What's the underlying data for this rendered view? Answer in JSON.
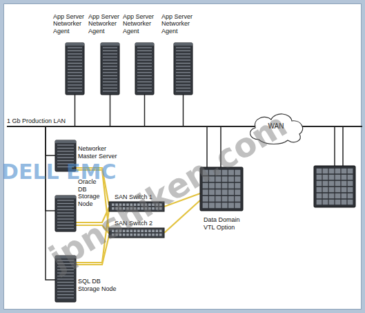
{
  "diagram": {
    "nodes": [
      {
        "text": [
          "App Server Networker Agent"
        ]
      },
      {
        "text": [
          "App Server Networker Agent"
        ]
      },
      {
        "text": [
          "App Server Networker Agent"
        ]
      },
      {
        "text": [
          "App Server Networker Agent"
        ]
      },
      {
        "text": [
          "1 Gb Production LAN"
        ]
      },
      {
        "text": [
          "WAN"
        ]
      },
      {
        "text": [
          "Networker Master Server"
        ]
      },
      {
        "text": [
          "Oracle DB Storage Node"
        ]
      },
      {
        "text": [
          "SQL DB Storage Node"
        ]
      },
      {
        "text": [
          "SAN Switch 1"
        ]
      },
      {
        "text": [
          "SAN Switch 2"
        ]
      },
      {
        "text": [
          "Data Domain VTL Option"
        ]
      }
    ],
    "edges": [
      {
        "from": 0,
        "to": 4,
        "arrow": "none"
      },
      {
        "from": 1,
        "to": 4,
        "arrow": "none"
      },
      {
        "from": 2,
        "to": 4,
        "arrow": "none"
      },
      {
        "from": 3,
        "to": 4,
        "arrow": "none"
      },
      {
        "from": 6,
        "to": 4,
        "arrow": "none"
      },
      {
        "from": 7,
        "to": 4,
        "arrow": "none"
      },
      {
        "from": 8,
        "to": 4,
        "arrow": "none"
      },
      {
        "from": 11,
        "to": 4,
        "arrow": "none"
      },
      {
        "from": 11,
        "to": 4,
        "arrow": "none"
      },
      {
        "from": 6,
        "to": 9,
        "arrow": "none"
      },
      {
        "from": 6,
        "to": 10,
        "arrow": "none"
      },
      {
        "from": 7,
        "to": 9,
        "arrow": "none"
      },
      {
        "from": 7,
        "to": 10,
        "arrow": "none"
      },
      {
        "from": 8,
        "to": 9,
        "arrow": "none"
      },
      {
        "from": 8,
        "to": 10,
        "arrow": "none"
      },
      {
        "from": 9,
        "to": 11,
        "arrow": "none"
      },
      {
        "from": 10,
        "to": 11,
        "arrow": "none"
      }
    ],
    "labels": [
      "DELL EMC",
      "jpnshiken.com"
    ]
  }
}
